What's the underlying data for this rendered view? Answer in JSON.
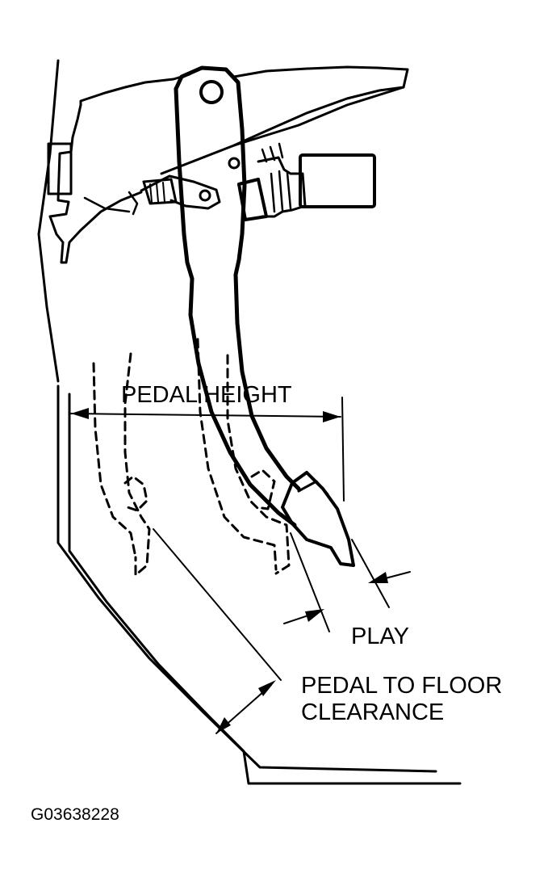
{
  "labels": {
    "pedal_height": "PEDAL HEIGHT",
    "play": "PLAY",
    "clearance_line1": "PEDAL TO FLOOR",
    "clearance_line2": "CLEARANCE"
  },
  "figure_code": "G03638228",
  "colors": {
    "ink": "#000000",
    "background": "#ffffff"
  }
}
